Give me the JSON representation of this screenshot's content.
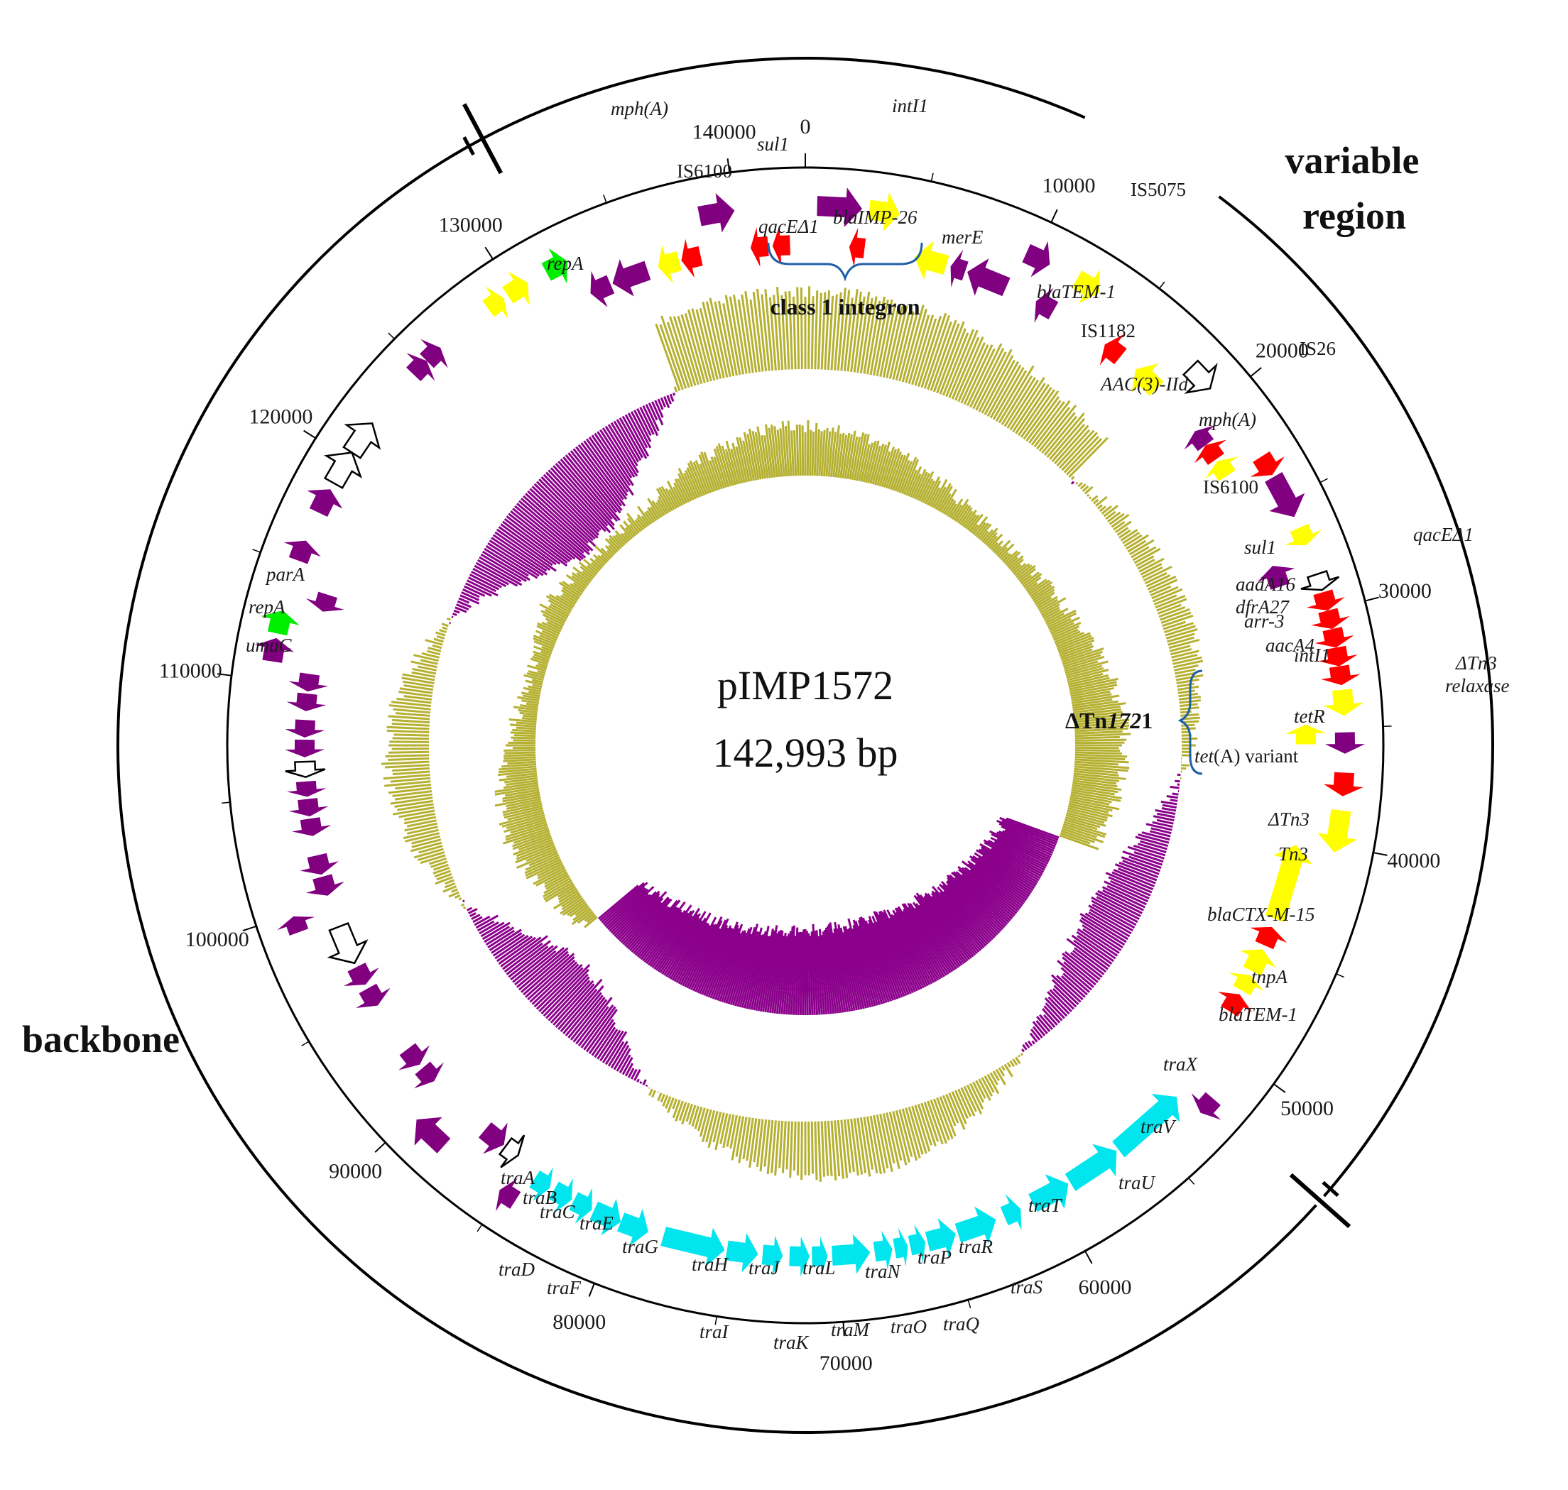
{
  "plasmid": {
    "name": "pIMP1572",
    "size": "142,993 bp"
  },
  "regions": {
    "variable_line1": "variable",
    "variable_line2": "region",
    "backbone": "backbone"
  },
  "annotations": {
    "class1_integron": "class 1 integron",
    "tn1721_prefix": "ΔTn",
    "tn1721_number": "172",
    "tn1721_suffix": "1",
    "tet_variant_gene": "tet",
    "tet_variant_rest": "(A) variant"
  },
  "ticks": [
    "0",
    "10000",
    "20000",
    "30000",
    "40000",
    "50000",
    "60000",
    "70000",
    "80000",
    "90000",
    "100000",
    "110000",
    "120000",
    "130000",
    "140000"
  ],
  "colors": {
    "mobile_element": "#ffff00",
    "resistance": "#ff0000",
    "backbone": "#800080",
    "transfer": "#00e5ee",
    "replication": "#00ee00",
    "gc_content": "#b5b030",
    "gc_skew_neg": "#8b008b"
  },
  "gene_labels": {
    "mphA_top": "mph(A)",
    "intI1_top": "intI1",
    "sul1_top": "sul1",
    "IS6100_top": "IS6100",
    "qacEd1_top": "qacEΔ1",
    "blaIMP26": "blaIMP-26",
    "repA_top": "repA",
    "merE": "merE",
    "IS5075": "IS5075",
    "blaTEM1_a": "blaTEM-1",
    "IS1182": "IS1182",
    "IS26": "IS26",
    "AAC3IId": "AAC(3)-IId",
    "mphA_right": "mph(A)",
    "IS6100_right": "IS6100",
    "qacEd1_right": "qacEΔ1",
    "sul1_right": "sul1",
    "aadA16": "aadA16",
    "dfrA27": "dfrA27",
    "arr3": "arr-3",
    "aacA4": "aacA4",
    "intI1_right": "intI1",
    "dTn3_a": "ΔTn3",
    "relaxase": "relaxase",
    "tetR": "tetR",
    "dTn3_b": "ΔTn3",
    "Tn3": "Tn3",
    "blaCTXM15": "blaCTX-M-15",
    "tnpA": "tnpA",
    "blaTEM1_b": "blaTEM-1",
    "traX": "traX",
    "traV": "traV",
    "traU": "traU",
    "traT": "traT",
    "traS": "traS",
    "traR": "traR",
    "traP": "traP",
    "traQ": "traQ",
    "traN": "traN",
    "traO": "traO",
    "traL": "traL",
    "traM": "traM",
    "traJ": "traJ",
    "traK": "traK",
    "traH": "traH",
    "traI": "traI",
    "traG": "traG",
    "traE": "traE",
    "traF": "traF",
    "traC": "traC",
    "traB": "traB",
    "traD": "traD",
    "traA": "traA",
    "parA": "parA",
    "repA_left": "repA",
    "umuC": "umuC"
  },
  "features": [
    {
      "pos": 500,
      "len": 1900,
      "strand": 1,
      "type": "backbone"
    },
    {
      "pos": 2700,
      "len": 1300,
      "strand": 1,
      "type": "mobile_element"
    },
    {
      "pos": 2000,
      "len": 700,
      "strand": -1,
      "type": "resistance"
    },
    {
      "pos": 140500,
      "len": 800,
      "strand": -1,
      "type": "resistance"
    },
    {
      "pos": 141500,
      "len": 800,
      "strand": -1,
      "type": "resistance"
    },
    {
      "pos": 136200,
      "len": 1000,
      "strand": -1,
      "type": "mobile_element"
    },
    {
      "pos": 137300,
      "len": 900,
      "strand": -1,
      "type": "resistance"
    },
    {
      "pos": 138500,
      "len": 1500,
      "strand": 1,
      "type": "backbone"
    },
    {
      "pos": 5000,
      "len": 1500,
      "strand": -1,
      "type": "mobile_element"
    },
    {
      "pos": 6700,
      "len": 700,
      "strand": -1,
      "type": "backbone"
    },
    {
      "pos": 7500,
      "len": 1900,
      "strand": -1,
      "type": "backbone"
    },
    {
      "pos": 9600,
      "len": 1100,
      "strand": 1,
      "type": "backbone"
    },
    {
      "pos": 10900,
      "len": 900,
      "strand": -1,
      "type": "backbone"
    },
    {
      "pos": 12000,
      "len": 1100,
      "strand": 1,
      "type": "mobile_element"
    },
    {
      "pos": 14600,
      "len": 900,
      "strand": -1,
      "type": "resistance"
    },
    {
      "pos": 16400,
      "len": 1300,
      "strand": -1,
      "type": "mobile_element"
    },
    {
      "pos": 18100,
      "len": 1200,
      "strand": 1,
      "type": "outline"
    },
    {
      "pos": 20300,
      "len": 800,
      "strand": -1,
      "type": "backbone"
    },
    {
      "pos": 21100,
      "len": 800,
      "strand": -1,
      "type": "resistance"
    },
    {
      "pos": 22000,
      "len": 800,
      "strand": -1,
      "type": "mobile_element"
    },
    {
      "pos": 22900,
      "len": 900,
      "strand": 1,
      "type": "resistance"
    },
    {
      "pos": 23900,
      "len": 1900,
      "strand": 1,
      "type": "backbone"
    },
    {
      "pos": 26300,
      "len": 800,
      "strand": 1,
      "type": "mobile_element"
    },
    {
      "pos": 27400,
      "len": 1000,
      "strand": -1,
      "type": "backbone"
    },
    {
      "pos": 28400,
      "len": 700,
      "strand": 1,
      "type": "outline"
    },
    {
      "pos": 29200,
      "len": 800,
      "strand": 1,
      "type": "resistance"
    },
    {
      "pos": 30000,
      "len": 800,
      "strand": 1,
      "type": "resistance"
    },
    {
      "pos": 30800,
      "len": 800,
      "strand": 1,
      "type": "resistance"
    },
    {
      "pos": 31600,
      "len": 800,
      "strand": 1,
      "type": "resistance"
    },
    {
      "pos": 32400,
      "len": 800,
      "strand": 1,
      "type": "resistance"
    },
    {
      "pos": 33400,
      "len": 1100,
      "strand": 1,
      "type": "mobile_element"
    },
    {
      "pos": 34800,
      "len": 900,
      "strand": -1,
      "type": "mobile_element"
    },
    {
      "pos": 35200,
      "len": 900,
      "strand": 1,
      "type": "backbone"
    },
    {
      "pos": 36900,
      "len": 1000,
      "strand": 1,
      "type": "resistance"
    },
    {
      "pos": 38500,
      "len": 1800,
      "strand": 1,
      "type": "mobile_element"
    },
    {
      "pos": 40300,
      "len": 3500,
      "strand": -1,
      "type": "mobile_element"
    },
    {
      "pos": 44200,
      "len": 900,
      "strand": -1,
      "type": "resistance"
    },
    {
      "pos": 45300,
      "len": 1100,
      "strand": -1,
      "type": "mobile_element"
    },
    {
      "pos": 46600,
      "len": 800,
      "strand": -1,
      "type": "mobile_element"
    },
    {
      "pos": 47600,
      "len": 900,
      "strand": -1,
      "type": "resistance"
    },
    {
      "pos": 52000,
      "len": 800,
      "strand": 1,
      "type": "backbone"
    },
    {
      "pos": 53000,
      "len": 3500,
      "strand": -1,
      "type": "transfer"
    },
    {
      "pos": 56600,
      "len": 2500,
      "strand": -1,
      "type": "transfer"
    },
    {
      "pos": 59200,
      "len": 1800,
      "strand": -1,
      "type": "transfer"
    },
    {
      "pos": 61600,
      "len": 800,
      "strand": -1,
      "type": "transfer"
    },
    {
      "pos": 62800,
      "len": 1800,
      "strand": -1,
      "type": "transfer"
    },
    {
      "pos": 64700,
      "len": 1300,
      "strand": -1,
      "type": "transfer"
    },
    {
      "pos": 66100,
      "len": 700,
      "strand": -1,
      "type": "transfer"
    },
    {
      "pos": 66900,
      "len": 600,
      "strand": -1,
      "type": "transfer"
    },
    {
      "pos": 67600,
      "len": 800,
      "strand": -1,
      "type": "transfer"
    },
    {
      "pos": 68600,
      "len": 1700,
      "strand": -1,
      "type": "transfer"
    },
    {
      "pos": 70500,
      "len": 700,
      "strand": -1,
      "type": "transfer"
    },
    {
      "pos": 71300,
      "len": 900,
      "strand": -1,
      "type": "transfer"
    },
    {
      "pos": 72500,
      "len": 900,
      "strand": -1,
      "type": "transfer"
    },
    {
      "pos": 73600,
      "len": 1400,
      "strand": -1,
      "type": "transfer"
    },
    {
      "pos": 75100,
      "len": 2800,
      "strand": -1,
      "type": "transfer"
    },
    {
      "pos": 78600,
      "len": 1300,
      "strand": -1,
      "type": "transfer"
    },
    {
      "pos": 79900,
      "len": 1300,
      "strand": -1,
      "type": "transfer"
    },
    {
      "pos": 81300,
      "len": 900,
      "strand": -1,
      "type": "transfer"
    },
    {
      "pos": 82300,
      "len": 900,
      "strand": -1,
      "type": "transfer"
    },
    {
      "pos": 83400,
      "len": 800,
      "strand": -1,
      "type": "transfer"
    },
    {
      "pos": 84400,
      "len": 800,
      "strand": 1,
      "type": "backbone"
    },
    {
      "pos": 85400,
      "len": 700,
      "strand": -1,
      "type": "outline"
    },
    {
      "pos": 86200,
      "len": 1100,
      "strand": -1,
      "type": "backbone"
    },
    {
      "pos": 88200,
      "len": 1600,
      "strand": 1,
      "type": "backbone"
    },
    {
      "pos": 90500,
      "len": 800,
      "strand": -1,
      "type": "backbone"
    },
    {
      "pos": 91500,
      "len": 900,
      "strand": -1,
      "type": "backbone"
    },
    {
      "pos": 94800,
      "len": 900,
      "strand": -1,
      "type": "backbone"
    },
    {
      "pos": 95900,
      "len": 900,
      "strand": -1,
      "type": "backbone"
    },
    {
      "pos": 97000,
      "len": 1800,
      "strand": -1,
      "type": "outline"
    },
    {
      "pos": 99200,
      "len": 700,
      "strand": 1,
      "type": "backbone"
    },
    {
      "pos": 100300,
      "len": 900,
      "strand": -1,
      "type": "backbone"
    },
    {
      "pos": 101300,
      "len": 900,
      "strand": -1,
      "type": "backbone"
    },
    {
      "pos": 103100,
      "len": 800,
      "strand": -1,
      "type": "backbone"
    },
    {
      "pos": 104000,
      "len": 800,
      "strand": -1,
      "type": "backbone"
    },
    {
      "pos": 104900,
      "len": 700,
      "strand": -1,
      "type": "backbone"
    },
    {
      "pos": 105800,
      "len": 700,
      "strand": -1,
      "type": "outline"
    },
    {
      "pos": 106700,
      "len": 800,
      "strand": -1,
      "type": "backbone"
    },
    {
      "pos": 107600,
      "len": 800,
      "strand": -1,
      "type": "backbone"
    },
    {
      "pos": 108800,
      "len": 800,
      "strand": -1,
      "type": "backbone"
    },
    {
      "pos": 109700,
      "len": 800,
      "strand": -1,
      "type": "backbone"
    },
    {
      "pos": 110800,
      "len": 1000,
      "strand": 1,
      "type": "backbone"
    },
    {
      "pos": 112000,
      "len": 1000,
      "strand": 1,
      "type": "replication"
    },
    {
      "pos": 113400,
      "len": 800,
      "strand": -1,
      "type": "backbone"
    },
    {
      "pos": 115200,
      "len": 900,
      "strand": 1,
      "type": "backbone"
    },
    {
      "pos": 117400,
      "len": 1100,
      "strand": 1,
      "type": "backbone"
    },
    {
      "pos": 118800,
      "len": 1500,
      "strand": 1,
      "type": "outline"
    },
    {
      "pos": 120300,
      "len": 1500,
      "strand": 1,
      "type": "outline"
    },
    {
      "pos": 124500,
      "len": 800,
      "strand": 1,
      "type": "backbone"
    },
    {
      "pos": 125300,
      "len": 800,
      "strand": 1,
      "type": "backbone"
    },
    {
      "pos": 128700,
      "len": 800,
      "strand": 1,
      "type": "mobile_element"
    },
    {
      "pos": 129700,
      "len": 1000,
      "strand": 1,
      "type": "mobile_element"
    },
    {
      "pos": 131600,
      "len": 1000,
      "strand": 1,
      "type": "replication"
    },
    {
      "pos": 132900,
      "len": 1000,
      "strand": -1,
      "type": "backbone"
    },
    {
      "pos": 134000,
      "len": 1700,
      "strand": -1,
      "type": "backbone"
    }
  ]
}
